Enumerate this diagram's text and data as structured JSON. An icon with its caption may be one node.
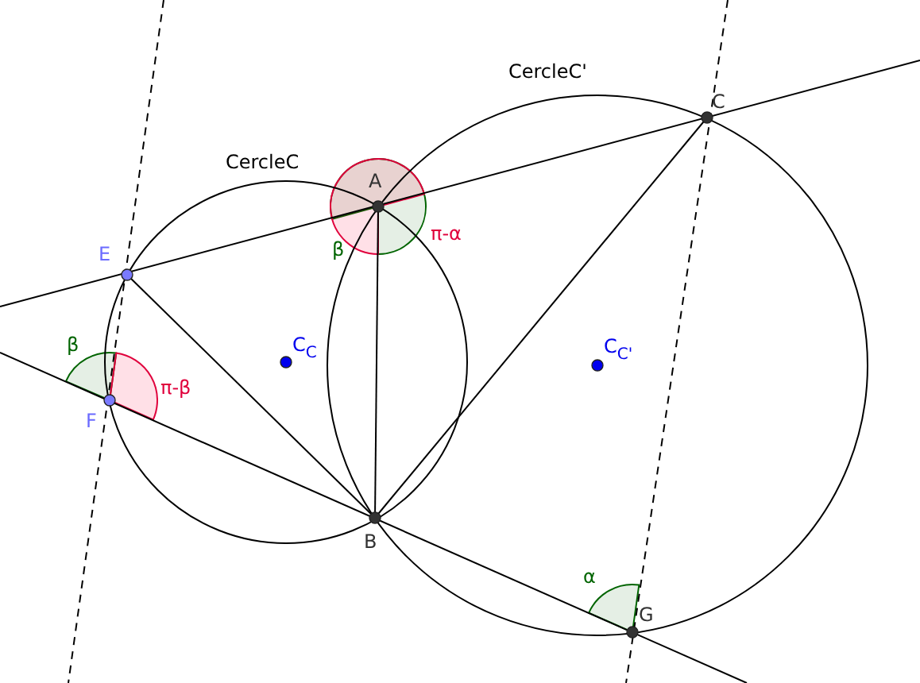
{
  "diagram": {
    "labels": [
      "CercleC'",
      "C",
      "CercleC",
      "A",
      "E",
      "β",
      "π-α",
      "C$_{C}$",
      "C$_{C'}$",
      "β",
      "π-β",
      "F",
      "B",
      "α",
      "G"
    ]
  }
}
